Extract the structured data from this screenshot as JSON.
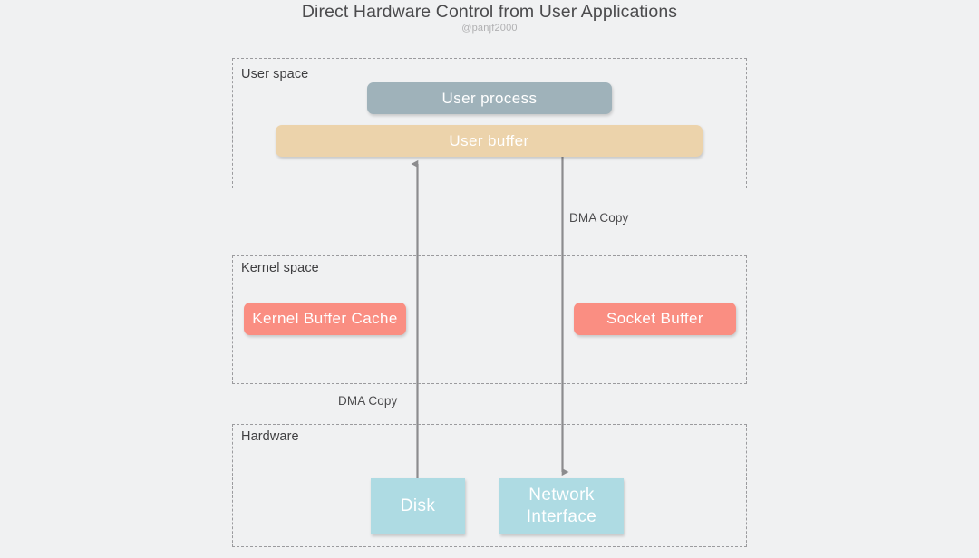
{
  "header": {
    "title": "Direct Hardware Control from User Applications",
    "subtitle": "@panjf2000"
  },
  "colors": {
    "background": "#f0f1f2",
    "zone_border": "#9b9b9e",
    "user_process": "#9fb2ba",
    "user_buffer": "#ecd3ab",
    "kernel_box": "#fa8e82",
    "hardware_box": "#aedbe3",
    "arrow": "#8c8c8e",
    "title_text": "#4b4b4d",
    "subtitle_text": "#b0b0b2"
  },
  "zones": [
    {
      "id": "user-space",
      "label": "User space",
      "nodes": [
        {
          "id": "user-process",
          "label": "User process",
          "shape": "rounded",
          "color": "#9fb2ba"
        },
        {
          "id": "user-buffer",
          "label": "User buffer",
          "shape": "rounded",
          "color": "#ecd3ab"
        }
      ]
    },
    {
      "id": "kernel-space",
      "label": "Kernel space",
      "nodes": [
        {
          "id": "kernel-buffer-cache",
          "label": "Kernel Buffer Cache",
          "shape": "rounded",
          "color": "#fa8e82"
        },
        {
          "id": "socket-buffer",
          "label": "Socket Buffer",
          "shape": "rounded",
          "color": "#fa8e82"
        }
      ]
    },
    {
      "id": "hardware",
      "label": "Hardware",
      "nodes": [
        {
          "id": "disk",
          "label": "Disk",
          "shape": "sharp",
          "color": "#aedbe3"
        },
        {
          "id": "network-interface",
          "label": "Network\nInterface",
          "label_line1": "Network",
          "label_line2": "Interface",
          "shape": "sharp",
          "color": "#aedbe3"
        }
      ]
    }
  ],
  "edges": [
    {
      "id": "disk-to-user-buffer",
      "label": "DMA Copy",
      "from": "disk",
      "to": "user-buffer",
      "direction": "up"
    },
    {
      "id": "user-buffer-to-network-interface",
      "label": "DMA Copy",
      "from": "user-buffer",
      "to": "network-interface",
      "direction": "down"
    }
  ]
}
